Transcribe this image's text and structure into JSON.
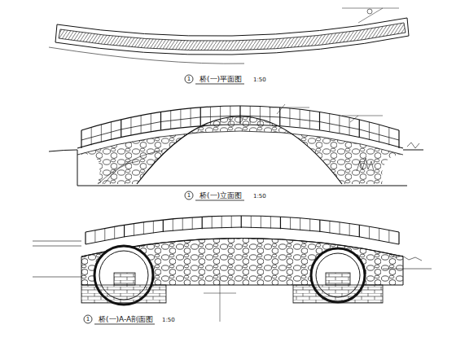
{
  "diagram": {
    "labels": [
      "1",
      "桥(一)平面图",
      "1:50",
      "1",
      "桥(一)立面图",
      "1:50",
      "1",
      "桥(一)A-A剖面图",
      "1:50"
    ]
  }
}
